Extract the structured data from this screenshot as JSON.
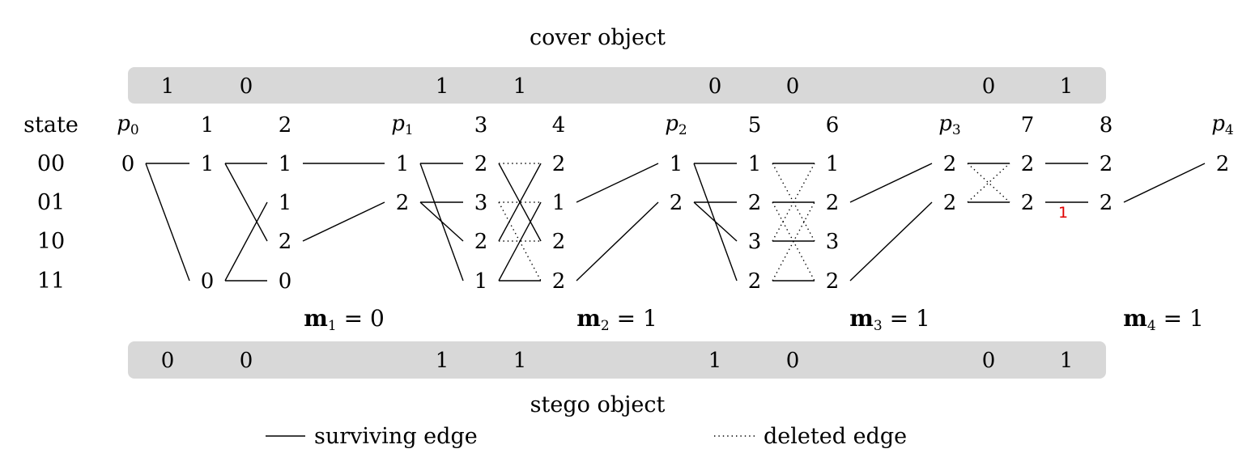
{
  "cover_label": "cover object",
  "stego_label": "stego object",
  "state_header": "state",
  "cover_bits": [
    "1",
    "0",
    "1",
    "1",
    "0",
    "0",
    "0",
    "1"
  ],
  "stego_bits": [
    "0",
    "0",
    "1",
    "1",
    "1",
    "0",
    "0",
    "1"
  ],
  "states": [
    "00",
    "01",
    "10",
    "11"
  ],
  "columns": [
    "1",
    "2",
    "3",
    "4",
    "5",
    "6",
    "7",
    "8"
  ],
  "p_labels": [
    {
      "base": "p",
      "sub": "0"
    },
    {
      "base": "p",
      "sub": "1"
    },
    {
      "base": "p",
      "sub": "2"
    },
    {
      "base": "p",
      "sub": "3"
    },
    {
      "base": "p",
      "sub": "4"
    }
  ],
  "messages": [
    {
      "base": "m",
      "sub": "1",
      "rest": " = 0"
    },
    {
      "base": "m",
      "sub": "2",
      "rest": " = 1"
    },
    {
      "base": "m",
      "sub": "3",
      "rest": " = 1"
    },
    {
      "base": "m",
      "sub": "4",
      "rest": " = 1"
    }
  ],
  "red_annotation": "1",
  "legend": {
    "surviving": "surviving edge",
    "deleted": "deleted edge"
  },
  "trellis": {
    "nodes": [
      {
        "id": "p0_0",
        "col": "p0",
        "state": "00",
        "cost": "0"
      },
      {
        "id": "c1_0",
        "col": "1",
        "state": "00",
        "cost": "1"
      },
      {
        "id": "c1_3",
        "col": "1",
        "state": "11",
        "cost": "0"
      },
      {
        "id": "c2_0",
        "col": "2",
        "state": "00",
        "cost": "1"
      },
      {
        "id": "c2_1",
        "col": "2",
        "state": "01",
        "cost": "1"
      },
      {
        "id": "c2_2",
        "col": "2",
        "state": "10",
        "cost": "2"
      },
      {
        "id": "c2_3",
        "col": "2",
        "state": "11",
        "cost": "0"
      },
      {
        "id": "p1_0",
        "col": "p1",
        "state": "00",
        "cost": "1"
      },
      {
        "id": "p1_1",
        "col": "p1",
        "state": "01",
        "cost": "2"
      },
      {
        "id": "c3_0",
        "col": "3",
        "state": "00",
        "cost": "2"
      },
      {
        "id": "c3_1",
        "col": "3",
        "state": "01",
        "cost": "3"
      },
      {
        "id": "c3_2",
        "col": "3",
        "state": "10",
        "cost": "2"
      },
      {
        "id": "c3_3",
        "col": "3",
        "state": "11",
        "cost": "1"
      },
      {
        "id": "c4_0",
        "col": "4",
        "state": "00",
        "cost": "2"
      },
      {
        "id": "c4_1",
        "col": "4",
        "state": "01",
        "cost": "1"
      },
      {
        "id": "c4_2",
        "col": "4",
        "state": "10",
        "cost": "2"
      },
      {
        "id": "c4_3",
        "col": "4",
        "state": "11",
        "cost": "2"
      },
      {
        "id": "p2_0",
        "col": "p2",
        "state": "00",
        "cost": "1"
      },
      {
        "id": "p2_1",
        "col": "p2",
        "state": "01",
        "cost": "2"
      },
      {
        "id": "c5_0",
        "col": "5",
        "state": "00",
        "cost": "1"
      },
      {
        "id": "c5_1",
        "col": "5",
        "state": "01",
        "cost": "2"
      },
      {
        "id": "c5_2",
        "col": "5",
        "state": "10",
        "cost": "3"
      },
      {
        "id": "c5_3",
        "col": "5",
        "state": "11",
        "cost": "2"
      },
      {
        "id": "c6_0",
        "col": "6",
        "state": "00",
        "cost": "1"
      },
      {
        "id": "c6_1",
        "col": "6",
        "state": "01",
        "cost": "2"
      },
      {
        "id": "c6_2",
        "col": "6",
        "state": "10",
        "cost": "3"
      },
      {
        "id": "c6_3",
        "col": "6",
        "state": "11",
        "cost": "2"
      },
      {
        "id": "p3_0",
        "col": "p3",
        "state": "00",
        "cost": "2"
      },
      {
        "id": "p3_1",
        "col": "p3",
        "state": "01",
        "cost": "2"
      },
      {
        "id": "c7_0",
        "col": "7",
        "state": "00",
        "cost": "2"
      },
      {
        "id": "c7_1",
        "col": "7",
        "state": "01",
        "cost": "2"
      },
      {
        "id": "c8_0",
        "col": "8",
        "state": "00",
        "cost": "2"
      },
      {
        "id": "c8_1",
        "col": "8",
        "state": "01",
        "cost": "2"
      },
      {
        "id": "p4_0",
        "col": "p4",
        "state": "00",
        "cost": "2"
      }
    ],
    "edges": [
      {
        "from": "p0_0",
        "to": "c1_0",
        "kind": "surviving"
      },
      {
        "from": "p0_0",
        "to": "c1_3",
        "kind": "surviving"
      },
      {
        "from": "c1_0",
        "to": "c2_0",
        "kind": "surviving"
      },
      {
        "from": "c1_0",
        "to": "c2_2",
        "kind": "surviving"
      },
      {
        "from": "c1_3",
        "to": "c2_1",
        "kind": "surviving"
      },
      {
        "from": "c1_3",
        "to": "c2_3",
        "kind": "surviving"
      },
      {
        "from": "c2_0",
        "to": "p1_0",
        "kind": "surviving"
      },
      {
        "from": "c2_2",
        "to": "p1_1",
        "kind": "surviving"
      },
      {
        "from": "p1_0",
        "to": "c3_0",
        "kind": "surviving"
      },
      {
        "from": "p1_0",
        "to": "c3_3",
        "kind": "surviving"
      },
      {
        "from": "p1_1",
        "to": "c3_1",
        "kind": "surviving"
      },
      {
        "from": "p1_1",
        "to": "c3_2",
        "kind": "surviving"
      },
      {
        "from": "c3_0",
        "to": "c4_0",
        "kind": "deleted"
      },
      {
        "from": "c3_0",
        "to": "c4_2",
        "kind": "surviving"
      },
      {
        "from": "c3_1",
        "to": "c4_1",
        "kind": "deleted"
      },
      {
        "from": "c3_1",
        "to": "c4_3",
        "kind": "deleted"
      },
      {
        "from": "c3_2",
        "to": "c4_0",
        "kind": "surviving"
      },
      {
        "from": "c3_2",
        "to": "c4_2",
        "kind": "deleted"
      },
      {
        "from": "c3_3",
        "to": "c4_1",
        "kind": "surviving"
      },
      {
        "from": "c3_3",
        "to": "c4_3",
        "kind": "surviving"
      },
      {
        "from": "c4_1",
        "to": "p2_0",
        "kind": "surviving"
      },
      {
        "from": "c4_3",
        "to": "p2_1",
        "kind": "surviving"
      },
      {
        "from": "p2_0",
        "to": "c5_0",
        "kind": "surviving"
      },
      {
        "from": "p2_0",
        "to": "c5_3",
        "kind": "surviving"
      },
      {
        "from": "p2_1",
        "to": "c5_1",
        "kind": "surviving"
      },
      {
        "from": "p2_1",
        "to": "c5_2",
        "kind": "surviving"
      },
      {
        "from": "c5_0",
        "to": "c6_0",
        "kind": "surviving"
      },
      {
        "from": "c5_0",
        "to": "c6_2",
        "kind": "deleted"
      },
      {
        "from": "c5_1",
        "to": "c6_1",
        "kind": "surviving"
      },
      {
        "from": "c5_1",
        "to": "c6_3",
        "kind": "deleted"
      },
      {
        "from": "c5_2",
        "to": "c6_0",
        "kind": "deleted"
      },
      {
        "from": "c5_2",
        "to": "c6_2",
        "kind": "surviving"
      },
      {
        "from": "c5_3",
        "to": "c6_1",
        "kind": "deleted"
      },
      {
        "from": "c5_3",
        "to": "c6_3",
        "kind": "surviving"
      },
      {
        "from": "c6_1",
        "to": "p3_0",
        "kind": "surviving"
      },
      {
        "from": "c6_3",
        "to": "p3_1",
        "kind": "surviving"
      },
      {
        "from": "p3_0",
        "to": "c7_0",
        "kind": "surviving"
      },
      {
        "from": "p3_0",
        "to": "c7_1",
        "kind": "deleted"
      },
      {
        "from": "p3_1",
        "to": "c7_0",
        "kind": "deleted"
      },
      {
        "from": "p3_1",
        "to": "c7_1",
        "kind": "surviving"
      },
      {
        "from": "c7_0",
        "to": "c8_0",
        "kind": "surviving"
      },
      {
        "from": "c7_1",
        "to": "c8_1",
        "kind": "surviving"
      },
      {
        "from": "c8_1",
        "to": "p4_0",
        "kind": "surviving"
      }
    ]
  }
}
